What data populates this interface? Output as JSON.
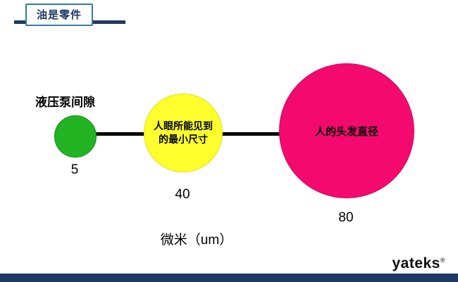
{
  "slide": {
    "title_badge": "油是零件",
    "axis_label": "微米（um）",
    "brand": "yateks",
    "brand_mark": "®"
  },
  "diagram": {
    "type": "size-comparison",
    "unit_label": "微米（um）",
    "items": [
      {
        "name": "hydraulic-pump-clearance",
        "label": "液压泵间隙",
        "value": "5",
        "color": "#22b422"
      },
      {
        "name": "smallest-size-visible-to-human-eye",
        "inner_line1": "人眼所能见到",
        "inner_line2": "的最小尺寸",
        "value": "40",
        "color": "#ffff2e"
      },
      {
        "name": "human-hair-diameter",
        "inner_text": "人的头发直径",
        "value": "80",
        "color": "#f40a6f"
      }
    ]
  },
  "colors": {
    "navy": "#1f3864",
    "badge_border": "#2e7f9e",
    "connector": "#000000"
  }
}
